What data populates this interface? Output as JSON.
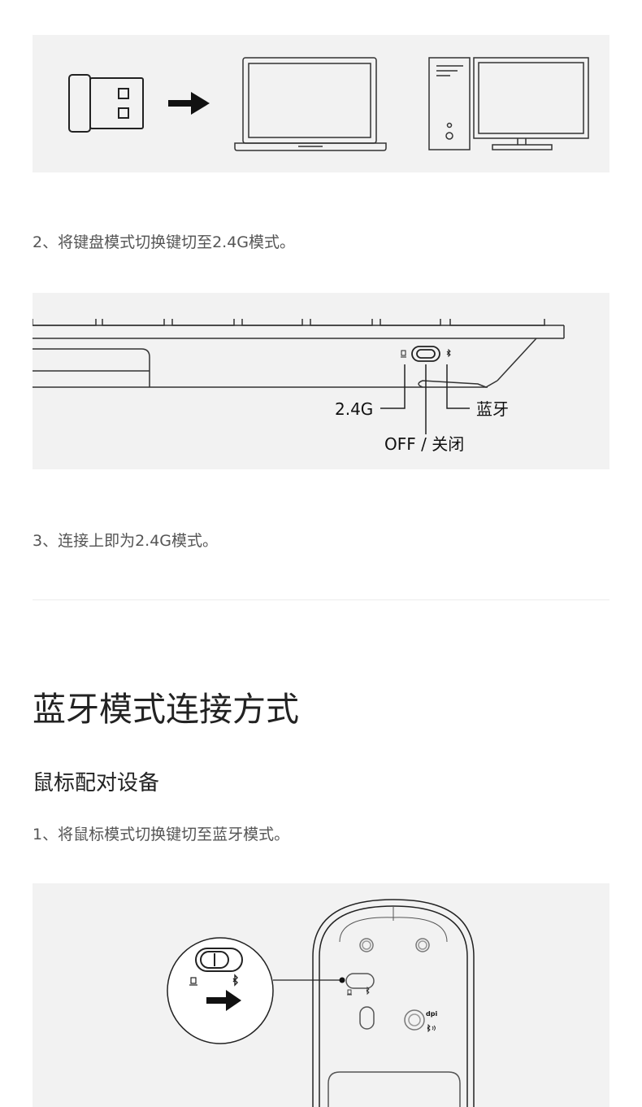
{
  "steps": {
    "keyboard_step2": "2、将键盘模式切换键切至2.4G模式。",
    "keyboard_step3": "3、连接上即为2.4G模式。",
    "mouse_step1": "1、将鼠标模式切换键切至蓝牙模式。"
  },
  "keyboard_switch": {
    "label_24g": "2.4G",
    "label_bluetooth": "蓝牙",
    "label_off": "OFF / 关闭"
  },
  "section": {
    "title": "蓝牙模式连接方式",
    "subtitle": "鼠标配对设备"
  },
  "mouse": {
    "dpi_label": "dpi"
  },
  "colors": {
    "panel_bg": "#f2f2f2",
    "line": "#333333",
    "text": "#555555"
  }
}
